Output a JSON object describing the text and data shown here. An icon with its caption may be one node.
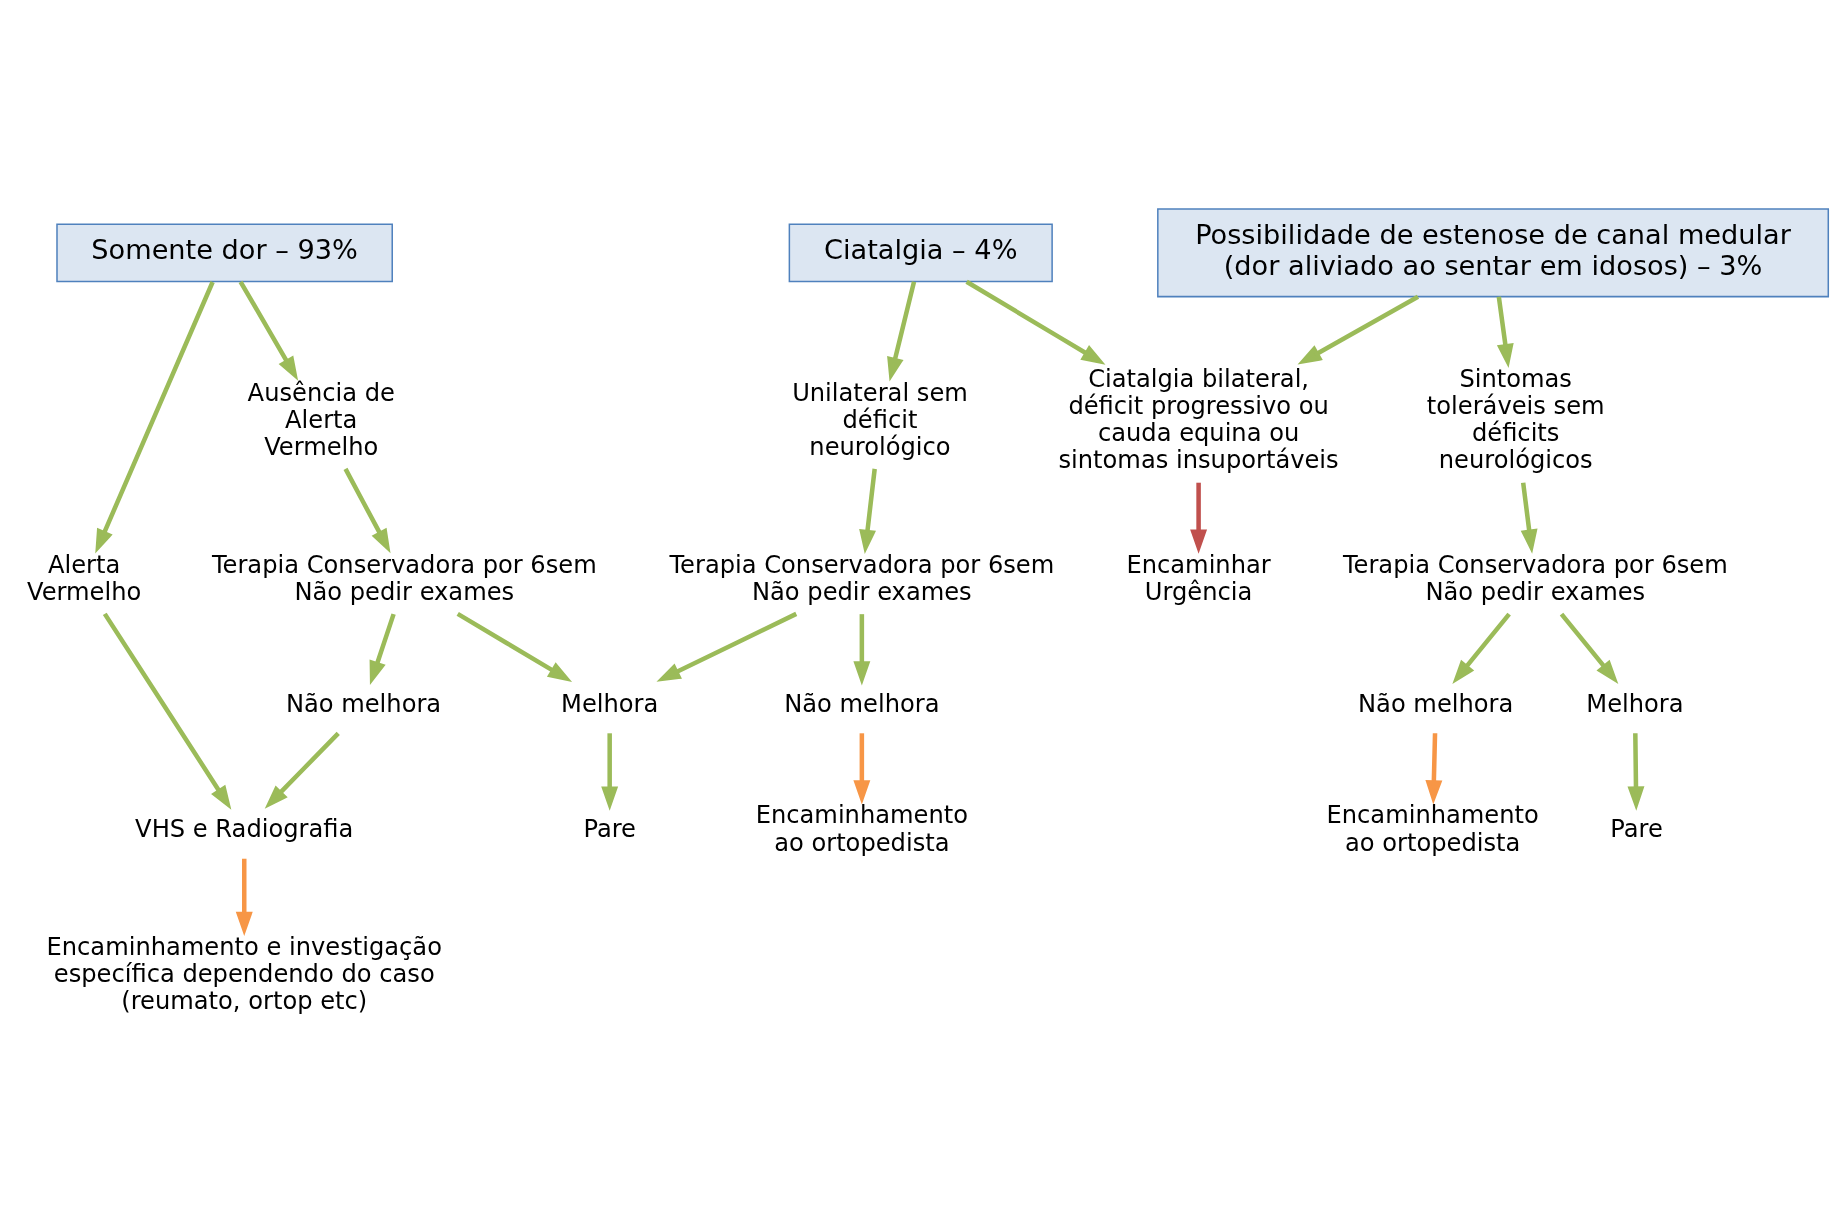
{
  "diagram": {
    "nodes": [
      {
        "text": [
          "Somente dor – 93%"
        ]
      },
      {
        "text": [
          "Ciatalgia – 4%"
        ]
      },
      {
        "text": [
          "Possibilidade de estenose de canal medular (dor aliviado ao sentar em idosos) – 3%"
        ]
      },
      {
        "text": [
          "Alerta Vermelho"
        ]
      },
      {
        "text": [
          "Ausência de Alerta Vermelho"
        ]
      },
      {
        "text": [
          "Unilateral sem déficit neurológico"
        ]
      },
      {
        "text": [
          "Ciatalgia bilateral, déficit progressivo ou cauda equina ou sintomas insuportáveis"
        ]
      },
      {
        "text": [
          "Sintomas toleráveis sem déficits neurológicos"
        ]
      },
      {
        "text": [
          "Terapia Conservadora por 6sem",
          "Não pedir exames"
        ]
      },
      {
        "text": [
          "Terapia Conservadora por 6sem",
          "Não pedir exames"
        ]
      },
      {
        "text": [
          "Terapia Conservadora por 6sem",
          "Não pedir exames"
        ]
      },
      {
        "text": [
          "Não melhora"
        ]
      },
      {
        "text": [
          "Melhora"
        ]
      },
      {
        "text": [
          "Não melhora"
        ]
      },
      {
        "text": [
          "Não melhora"
        ]
      },
      {
        "text": [
          "Melhora"
        ]
      },
      {
        "text": [
          "VHS e Radiografia"
        ]
      },
      {
        "text": [
          "Encaminhamento e investigação específica dependendo do caso (reumato, ortop etc)"
        ]
      },
      {
        "text": [
          "Pare"
        ]
      },
      {
        "text": [
          "Encaminhamento ao ortopedista"
        ]
      },
      {
        "text": [
          "Encaminhar Urgência"
        ]
      },
      {
        "text": [
          "Encaminhamento ao ortopedista"
        ]
      },
      {
        "text": [
          "Pare"
        ]
      }
    ],
    "edges": [
      {
        "from": 0,
        "to": 3,
        "arrow": "to"
      },
      {
        "from": 0,
        "to": 4,
        "arrow": "to"
      },
      {
        "from": 1,
        "to": 5,
        "arrow": "to"
      },
      {
        "from": 1,
        "to": 6,
        "arrow": "to"
      },
      {
        "from": 2,
        "to": 6,
        "arrow": "to"
      },
      {
        "from": 2,
        "to": 7,
        "arrow": "to"
      },
      {
        "from": 3,
        "to": 16,
        "arrow": "to"
      },
      {
        "from": 4,
        "to": 8,
        "arrow": "to"
      },
      {
        "from": 5,
        "to": 9,
        "arrow": "to"
      },
      {
        "from": 7,
        "to": 10,
        "arrow": "to"
      },
      {
        "from": 8,
        "to": 11,
        "arrow": "to"
      },
      {
        "from": 8,
        "to": 12,
        "arrow": "to"
      },
      {
        "from": 9,
        "to": 12,
        "arrow": "to"
      },
      {
        "from": 9,
        "to": 13,
        "arrow": "to"
      },
      {
        "from": 10,
        "to": 14,
        "arrow": "to"
      },
      {
        "from": 10,
        "to": 15,
        "arrow": "to"
      },
      {
        "from": 11,
        "to": 16,
        "arrow": "to"
      },
      {
        "from": 16,
        "to": 17,
        "arrow": "to",
        "color": "#f79646"
      },
      {
        "from": 12,
        "to": 18,
        "arrow": "to"
      },
      {
        "from": 13,
        "to": 19,
        "arrow": "to",
        "color": "#f79646"
      },
      {
        "from": 6,
        "to": 20,
        "arrow": "to",
        "color": "#c0504d"
      },
      {
        "from": 14,
        "to": 21,
        "arrow": "to",
        "color": "#f79646"
      },
      {
        "from": 15,
        "to": 22,
        "arrow": "to"
      }
    ]
  }
}
